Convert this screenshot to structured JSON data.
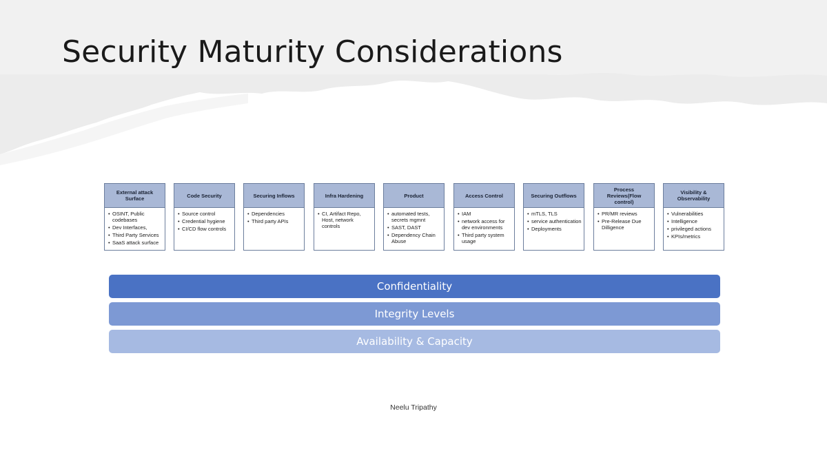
{
  "slide": {
    "title": "Security Maturity Considerations",
    "footer": "Neelu Tripathy"
  },
  "categories": [
    {
      "title": "External attack Surface",
      "items": [
        "OSINT, Public codebases",
        "Dev Interfaces,",
        "Third Party Services",
        "SaaS attack surface"
      ]
    },
    {
      "title": "Code Security",
      "items": [
        "Source control",
        "Credential hygiene",
        "CI/CD flow controls"
      ]
    },
    {
      "title": "Securing Inflows",
      "items": [
        "Dependencies",
        "Third party APIs"
      ]
    },
    {
      "title": "Infra Hardening",
      "items": [
        "CI, Artifact Repo, Host, network controls"
      ]
    },
    {
      "title": "Product",
      "items": [
        "automated tests, secrets mgmnt",
        "SAST, DAST",
        "Dependency Chain Abuse"
      ]
    },
    {
      "title": "Access Control",
      "items": [
        "IAM",
        "network access for dev environments",
        "Third party system usage"
      ]
    },
    {
      "title": "Securing Outflows",
      "items": [
        "mTLS, TLS",
        "service authentication",
        "Deployments"
      ]
    },
    {
      "title": "Process Reviews(Flow control)",
      "items": [
        "PR/MR reviews",
        "Pre-Release Due Dilligence"
      ]
    },
    {
      "title": "Visibility & Observability",
      "items": [
        "Vulnerabilities",
        "Intelligence",
        "privileged actions",
        "KPIs/metrics"
      ]
    }
  ],
  "bars": [
    {
      "label": "Confidentiality",
      "color": "#4a72c4"
    },
    {
      "label": "Integrity Levels",
      "color": "#7d99d4"
    },
    {
      "label": "Availability & Capacity",
      "color": "#a6bae2"
    }
  ]
}
